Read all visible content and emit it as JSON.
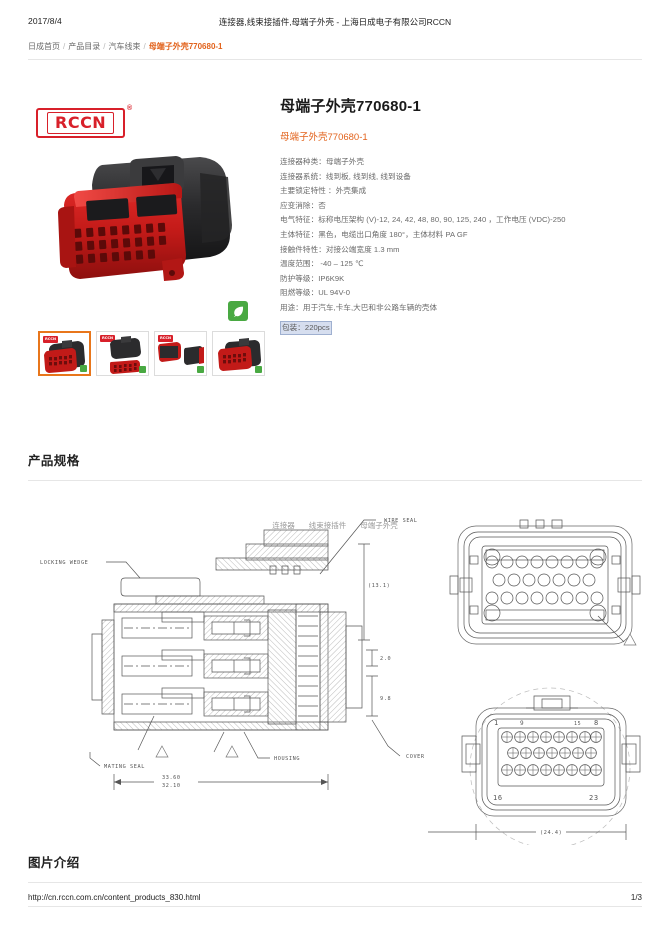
{
  "print": {
    "date": "2017/8/4",
    "doc_title": "连接器,线束接插件,母端子外壳 - 上海日成电子有限公司RCCN"
  },
  "breadcrumb": {
    "items": [
      {
        "label": "日成首页",
        "current": false
      },
      {
        "label": "产品目录",
        "current": false
      },
      {
        "label": "汽车线束",
        "current": false
      },
      {
        "label": "母端子外壳770680-1",
        "current": true
      }
    ],
    "separator": "/"
  },
  "brand": {
    "logo_text": "RCCN",
    "registered_mark": "®",
    "logo_color": "#d8202a"
  },
  "gallery": {
    "main_alt": "母端子外壳770680-1 连接器主图",
    "eco_badge": "rohs-leaf-icon",
    "thumbnails": [
      {
        "label": "RCCN",
        "selected": true
      },
      {
        "label": "RCCN",
        "selected": false
      },
      {
        "label": "RCCN",
        "selected": false
      },
      {
        "label": "RCCN",
        "selected": false
      }
    ]
  },
  "product": {
    "title": "母端子外壳770680-1",
    "subtitle": "母端子外壳770680-1",
    "specs": [
      "连接器种类：母端子外壳",
      "连接器系统：线到板, 线到线, 线到设备",
      "主要锁定特性 ：外壳集成",
      "应变消除：否",
      "电气特征：标称电压架构 (V)-12, 24, 42, 48, 80, 90, 125, 240 ，工作电压 (VDC)-250",
      "主体特征：黑色，电缆出口角度 180°，主体材料 PA GF",
      "接触件特性：对接公端宽度 1.3 mm",
      "温度范围： -40 – 125 ℃",
      "防护等级：IP6K9K",
      "阻燃等级：UL 94V-0",
      "用途：用于汽车,卡车,大巴和非公路车辆的壳体"
    ],
    "highlighted_spec": "包装：220pcs"
  },
  "tags": [
    "连接器",
    "线束接插件",
    "母端子外壳"
  ],
  "sections": {
    "spec_heading": "产品规格",
    "image_heading": "图片介绍"
  },
  "drawing": {
    "labels": {
      "locking_wedge": "LOCKING WEDGE",
      "wire_seal": "WIRE SEAL",
      "mating_seal": "MATING SEAL",
      "housing": "HOUSING",
      "cover": "COVER"
    },
    "dimensions": {
      "length_max": "33.60",
      "length_min": "32.10",
      "height_ref": "(13.1)",
      "offset_a": "2.0",
      "offset_b": "9.8",
      "width_ref": "(24.4)"
    },
    "pin_numbers": {
      "top_left": "1",
      "top_right_a": "8",
      "top_mid": "9",
      "top_inner": "15",
      "bottom_left": "16",
      "bottom_right": "23"
    },
    "warning_symbol": "warning-triangle-icon"
  },
  "footer": {
    "url": "http://cn.rccn.com.cn/content_products_830.html",
    "page": "1/3"
  }
}
